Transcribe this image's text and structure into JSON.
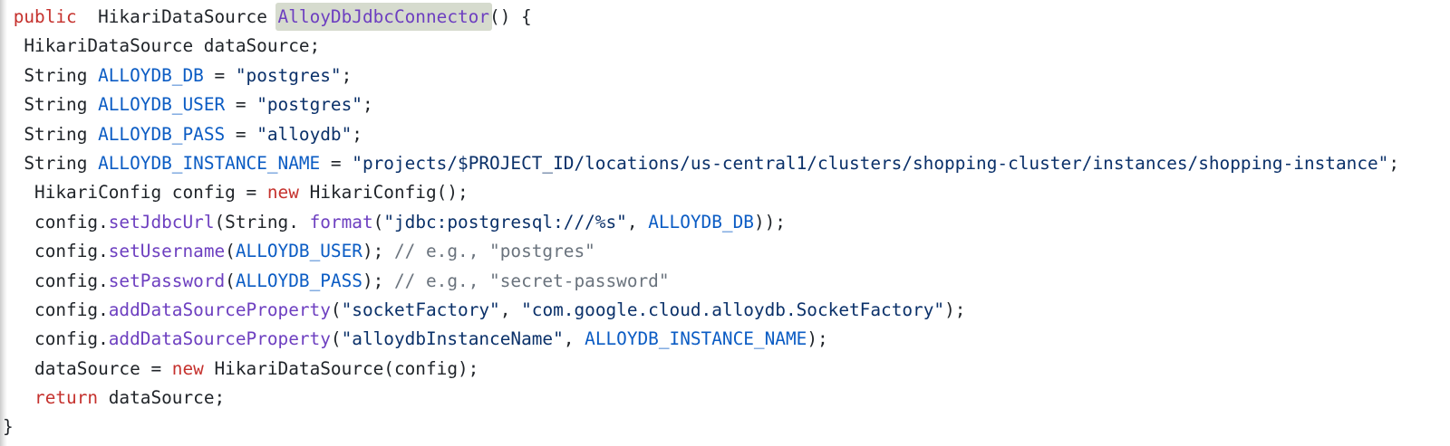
{
  "colors": {
    "keyword": "#c5312d",
    "plain": "#1f2328",
    "constant": "#0b5cc4",
    "string": "#0a3069",
    "method": "#6d3fc0",
    "comment": "#6a737d",
    "highlight_bg": "#d6dbce",
    "background": "#ffffff"
  },
  "code": {
    "language": "java",
    "highlighted_token": "AlloyDbJdbcConnector",
    "lines": [
      [
        {
          "t": " ",
          "c": "p"
        },
        {
          "t": "public",
          "c": "k"
        },
        {
          "t": "  HikariDataSource ",
          "c": "p"
        },
        {
          "t": "AlloyDbJdbcConnector",
          "c": "m",
          "hl": true
        },
        {
          "t": "() {",
          "c": "p"
        }
      ],
      [
        {
          "t": "  HikariDataSource dataSource;",
          "c": "p"
        }
      ],
      [
        {
          "t": "  String ",
          "c": "p"
        },
        {
          "t": "ALLOYDB_DB",
          "c": "v"
        },
        {
          "t": " = ",
          "c": "p"
        },
        {
          "t": "\"postgres\"",
          "c": "s"
        },
        {
          "t": ";",
          "c": "p"
        }
      ],
      [
        {
          "t": "  String ",
          "c": "p"
        },
        {
          "t": "ALLOYDB_USER",
          "c": "v"
        },
        {
          "t": " = ",
          "c": "p"
        },
        {
          "t": "\"postgres\"",
          "c": "s"
        },
        {
          "t": ";",
          "c": "p"
        }
      ],
      [
        {
          "t": "  String ",
          "c": "p"
        },
        {
          "t": "ALLOYDB_PASS",
          "c": "v"
        },
        {
          "t": " = ",
          "c": "p"
        },
        {
          "t": "\"alloydb\"",
          "c": "s"
        },
        {
          "t": ";",
          "c": "p"
        }
      ],
      [
        {
          "t": "  String ",
          "c": "p"
        },
        {
          "t": "ALLOYDB_INSTANCE_NAME",
          "c": "v"
        },
        {
          "t": " = ",
          "c": "p"
        },
        {
          "t": "\"projects/$PROJECT_ID/locations/us-central1/clusters/shopping-cluster/instances/shopping-instance\"",
          "c": "s"
        },
        {
          "t": ";",
          "c": "p"
        }
      ],
      [
        {
          "t": "   HikariConfig config = ",
          "c": "p"
        },
        {
          "t": "new",
          "c": "k"
        },
        {
          "t": " HikariConfig();",
          "c": "p"
        }
      ],
      [
        {
          "t": "   config.",
          "c": "p"
        },
        {
          "t": "setJdbcUrl",
          "c": "m"
        },
        {
          "t": "(String. ",
          "c": "p"
        },
        {
          "t": "format",
          "c": "m"
        },
        {
          "t": "(",
          "c": "p"
        },
        {
          "t": "\"jdbc:postgresql:///%s\"",
          "c": "s"
        },
        {
          "t": ", ",
          "c": "p"
        },
        {
          "t": "ALLOYDB_DB",
          "c": "v"
        },
        {
          "t": "));",
          "c": "p"
        }
      ],
      [
        {
          "t": "   config.",
          "c": "p"
        },
        {
          "t": "setUsername",
          "c": "m"
        },
        {
          "t": "(",
          "c": "p"
        },
        {
          "t": "ALLOYDB_USER",
          "c": "v"
        },
        {
          "t": "); ",
          "c": "p"
        },
        {
          "t": "// e.g., \"postgres\"",
          "c": "c"
        }
      ],
      [
        {
          "t": "   config.",
          "c": "p"
        },
        {
          "t": "setPassword",
          "c": "m"
        },
        {
          "t": "(",
          "c": "p"
        },
        {
          "t": "ALLOYDB_PASS",
          "c": "v"
        },
        {
          "t": "); ",
          "c": "p"
        },
        {
          "t": "// e.g., \"secret-password\"",
          "c": "c"
        }
      ],
      [
        {
          "t": "   config.",
          "c": "p"
        },
        {
          "t": "addDataSourceProperty",
          "c": "m"
        },
        {
          "t": "(",
          "c": "p"
        },
        {
          "t": "\"socketFactory\"",
          "c": "s"
        },
        {
          "t": ", ",
          "c": "p"
        },
        {
          "t": "\"com.google.cloud.alloydb.SocketFactory\"",
          "c": "s"
        },
        {
          "t": ");",
          "c": "p"
        }
      ],
      [
        {
          "t": "   config.",
          "c": "p"
        },
        {
          "t": "addDataSourceProperty",
          "c": "m"
        },
        {
          "t": "(",
          "c": "p"
        },
        {
          "t": "\"alloydbInstanceName\"",
          "c": "s"
        },
        {
          "t": ", ",
          "c": "p"
        },
        {
          "t": "ALLOYDB_INSTANCE_NAME",
          "c": "v"
        },
        {
          "t": ");",
          "c": "p"
        }
      ],
      [
        {
          "t": "   dataSource = ",
          "c": "p"
        },
        {
          "t": "new",
          "c": "k"
        },
        {
          "t": " HikariDataSource(config);",
          "c": "p"
        }
      ],
      [
        {
          "t": "   ",
          "c": "p"
        },
        {
          "t": "return",
          "c": "k"
        },
        {
          "t": " dataSource;",
          "c": "p"
        }
      ],
      [
        {
          "t": "}",
          "c": "p"
        }
      ]
    ]
  }
}
